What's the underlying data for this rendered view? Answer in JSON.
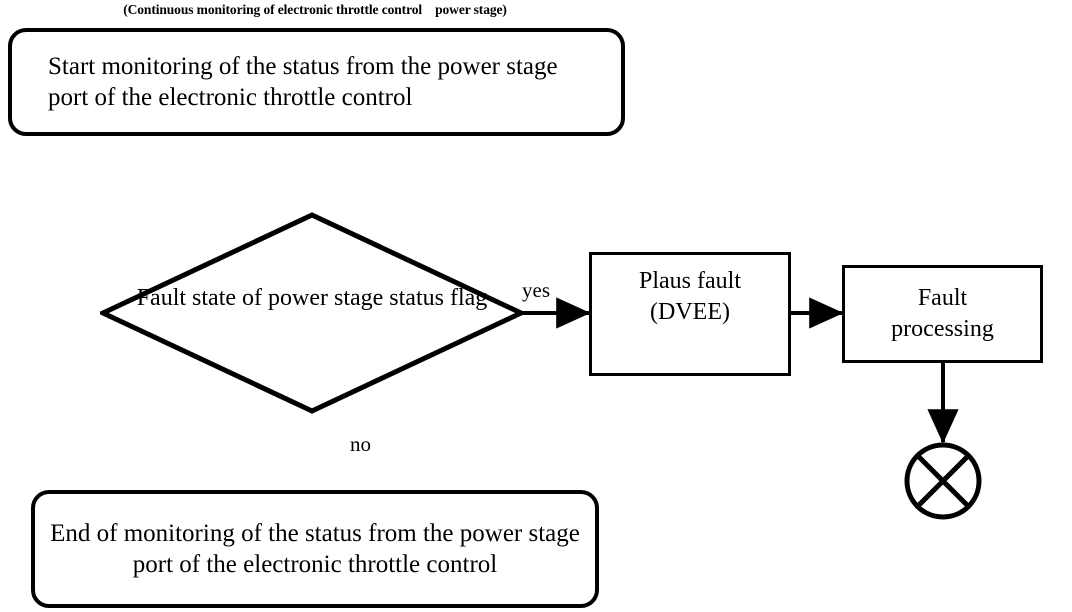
{
  "diagram": {
    "caption": "(Continuous monitoring of electronic throttle control    power stage)",
    "nodes": {
      "start": {
        "shape": "rounded-rectangle",
        "text": "Start monitoring of the status from the power stage port of the electronic throttle control"
      },
      "decision": {
        "shape": "diamond",
        "text": "Fault state of power stage status flag"
      },
      "plaus_fault": {
        "shape": "rectangle",
        "line1": "Plaus fault",
        "line2": "(DVEE)"
      },
      "fault_processing": {
        "shape": "rectangle",
        "line1": "Fault",
        "line2": "processing"
      },
      "terminator": {
        "shape": "circle-with-cross",
        "text": ""
      },
      "end": {
        "shape": "rounded-rectangle",
        "text": "End of monitoring of the status from the power stage port of the electronic throttle control"
      }
    },
    "edge_labels": {
      "yes": "yes",
      "no": "no"
    },
    "colors": {
      "stroke": "#000000",
      "fill": "#ffffff",
      "text": "#000000"
    }
  }
}
